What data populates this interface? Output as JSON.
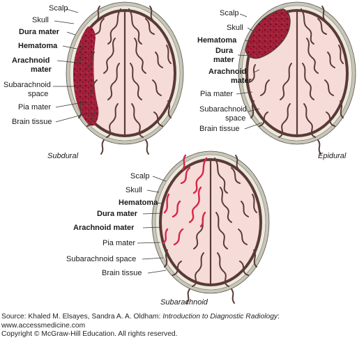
{
  "subdural": {
    "caption": "Subdural",
    "labels": {
      "scalp": "Scalp",
      "skull": "Skull",
      "dura": "Dura mater",
      "hematoma": "Hematoma",
      "arachnoid_1": "Arachnoid",
      "arachnoid_2": "mater",
      "subarachnoid_1": "Subarachnoid",
      "subarachnoid_2": "space",
      "pia": "Pia mater",
      "brain": "Brain tissue"
    }
  },
  "epidural": {
    "caption": "Epidural",
    "labels": {
      "scalp": "Scalp",
      "skull": "Skull",
      "hematoma": "Hematoma",
      "dura_1": "Dura",
      "dura_2": "mater",
      "arachnoid_1": "Arachnoid",
      "arachnoid_2": "mater",
      "pia": "Pia mater",
      "subarachnoid_1": "Subarachnoid",
      "subarachnoid_2": "space",
      "brain": "Brain tissue"
    }
  },
  "subarachnoid": {
    "caption": "Subarachnoid",
    "labels": {
      "scalp": "Scalp",
      "skull": "Skull",
      "hematoma": "Hematoma",
      "dura": "Dura mater",
      "arachnoid": "Arachnoid mater",
      "pia": "Pia mater",
      "subarachnoid": "Subarachnoid space",
      "brain": "Brain tissue"
    }
  },
  "footer": {
    "source_prefix": "Source: Khaled M. Elsayes, Sandra A. A. Oldham: ",
    "book_title": "Introduction to Diagnostic Radiology",
    "source_suffix": ":",
    "url": "www.accessmedicine.com",
    "copyright": "Copyright © McGraw-Hill Education. All rights reserved."
  },
  "colors": {
    "scalp": "#c9c6b6",
    "skull": "#ece9de",
    "dura": "#5a3a36",
    "brain": "#f6dcd8",
    "sulci": "#5a3a36",
    "hematoma": "#a3203a",
    "hemorrhage": "#d8284a"
  }
}
